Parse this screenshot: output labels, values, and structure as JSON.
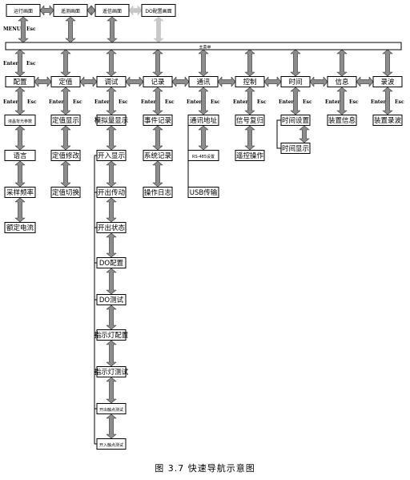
{
  "top_row": [
    "运行画面",
    "遥测画面",
    "遥信画面",
    "DO配置画面"
  ],
  "main_menu": "主菜单",
  "menus": [
    "配置",
    "定值",
    "调试",
    "记录",
    "通讯",
    "控制",
    "时间",
    "信息",
    "录波"
  ],
  "submenus": [
    [
      "液晶背光参数",
      "语言",
      "采样频率",
      "额定电流"
    ],
    [
      "定值显示",
      "定值修改",
      "定值切换"
    ],
    [
      "模拟量显示",
      "开入显示",
      "开出传动",
      "开出状态",
      "DO配置",
      "DO测试",
      "指示灯配置",
      "指示灯测试",
      "开出触点测试",
      "开入触点测试"
    ],
    [
      "事件记录",
      "系统记录",
      "操作日志"
    ],
    [
      "通讯地址",
      "RS-485设置",
      "USB传输"
    ],
    [
      "信号复归",
      "遥控操作"
    ],
    [
      "时间设置",
      "时间显示"
    ],
    [
      "装置信息"
    ],
    [
      "装置录波"
    ]
  ],
  "keys": {
    "menu": "MENU",
    "enter": "Enter",
    "esc": "Esc"
  },
  "caption": "图 3.7  快速导航示意图",
  "colors": {
    "arrow": "#8c8c8c",
    "arrow_light": "#c8c8c8",
    "line": "#000000"
  }
}
